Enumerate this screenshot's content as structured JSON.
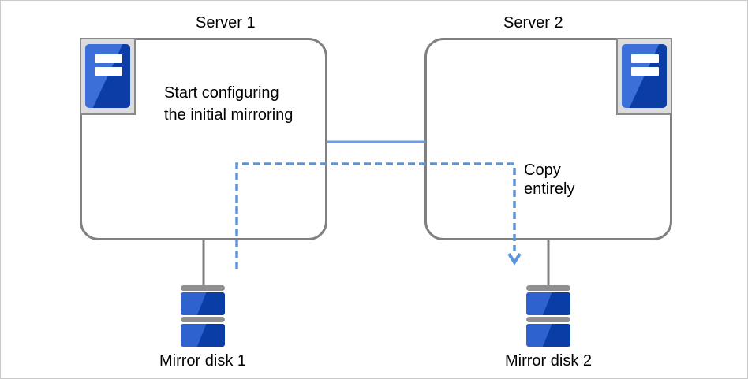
{
  "servers": [
    {
      "title": "Server 1",
      "note": "Start configuring\nthe initial mirroring"
    },
    {
      "title": "Server 2"
    }
  ],
  "flow": {
    "copy_label": "Copy\nentirely"
  },
  "disks": [
    {
      "label": "Mirror disk 1"
    },
    {
      "label": "Mirror disk 2"
    }
  ],
  "colors": {
    "box_border": "#808080",
    "link_solid": "#6d9eeb",
    "link_dashed": "#5b94db",
    "connector_gray": "#7f7f7f",
    "server_icon_blue_light": "#3d6fd8",
    "server_icon_blue_dark": "#0c3da6",
    "disk_blue_light": "#2e63cf",
    "disk_blue_dark": "#0a3da6"
  }
}
